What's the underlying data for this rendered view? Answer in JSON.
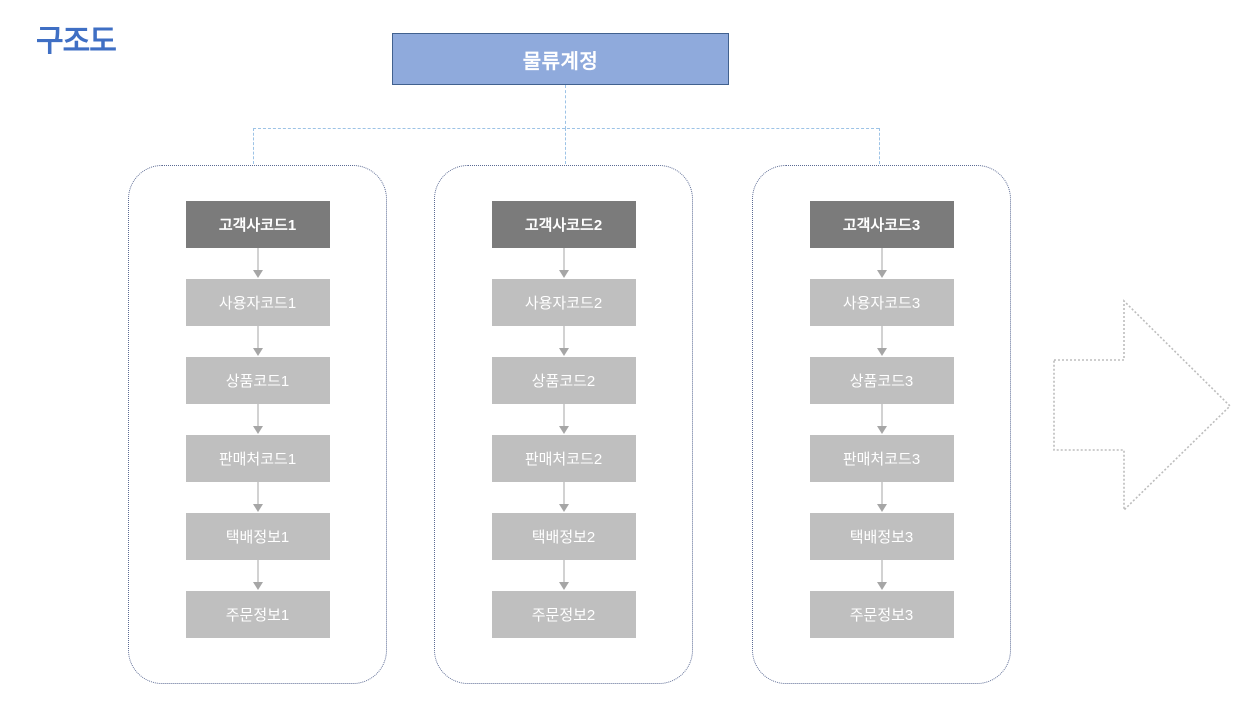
{
  "page": {
    "title": "구조도",
    "title_color": "#3f6fc4",
    "background": "#ffffff"
  },
  "diagram": {
    "type": "org-tree",
    "root": {
      "label": "물류계정",
      "fill": "#8faadc",
      "border": "#41618f",
      "text_color": "#ffffff"
    },
    "connector": {
      "style": "dashed",
      "color": "#9dc3e6"
    },
    "group_border": {
      "style": "dotted",
      "color": "#5b6a93",
      "radius": "34px"
    },
    "node_styles": {
      "head_fill": "#7b7b7b",
      "sub_fill": "#bfbfbf",
      "text_color": "#ffffff",
      "arrow_color": "#a6a6a6"
    },
    "groups": [
      {
        "name": "group-1",
        "nodes": [
          {
            "label": "고객사코드1",
            "role": "head"
          },
          {
            "label": "사용자코드1",
            "role": "sub"
          },
          {
            "label": "상품코드1",
            "role": "sub"
          },
          {
            "label": "판매처코드1",
            "role": "sub"
          },
          {
            "label": "택배정보1",
            "role": "sub"
          },
          {
            "label": "주문정보1",
            "role": "sub"
          }
        ]
      },
      {
        "name": "group-2",
        "nodes": [
          {
            "label": "고객사코드2",
            "role": "head"
          },
          {
            "label": "사용자코드2",
            "role": "sub"
          },
          {
            "label": "상품코드2",
            "role": "sub"
          },
          {
            "label": "판매처코드2",
            "role": "sub"
          },
          {
            "label": "택배정보2",
            "role": "sub"
          },
          {
            "label": "주문정보2",
            "role": "sub"
          }
        ]
      },
      {
        "name": "group-3",
        "nodes": [
          {
            "label": "고객사코드3",
            "role": "head"
          },
          {
            "label": "사용자코드3",
            "role": "sub"
          },
          {
            "label": "상품코드3",
            "role": "sub"
          },
          {
            "label": "판매처코드3",
            "role": "sub"
          },
          {
            "label": "택배정보3",
            "role": "sub"
          },
          {
            "label": "주문정보3",
            "role": "sub"
          }
        ]
      }
    ],
    "decoration": {
      "right_arrow": {
        "icon": "right-arrow-outline-icon",
        "direction": "right",
        "style": "dotted",
        "color": "#bdbdbd"
      }
    }
  }
}
